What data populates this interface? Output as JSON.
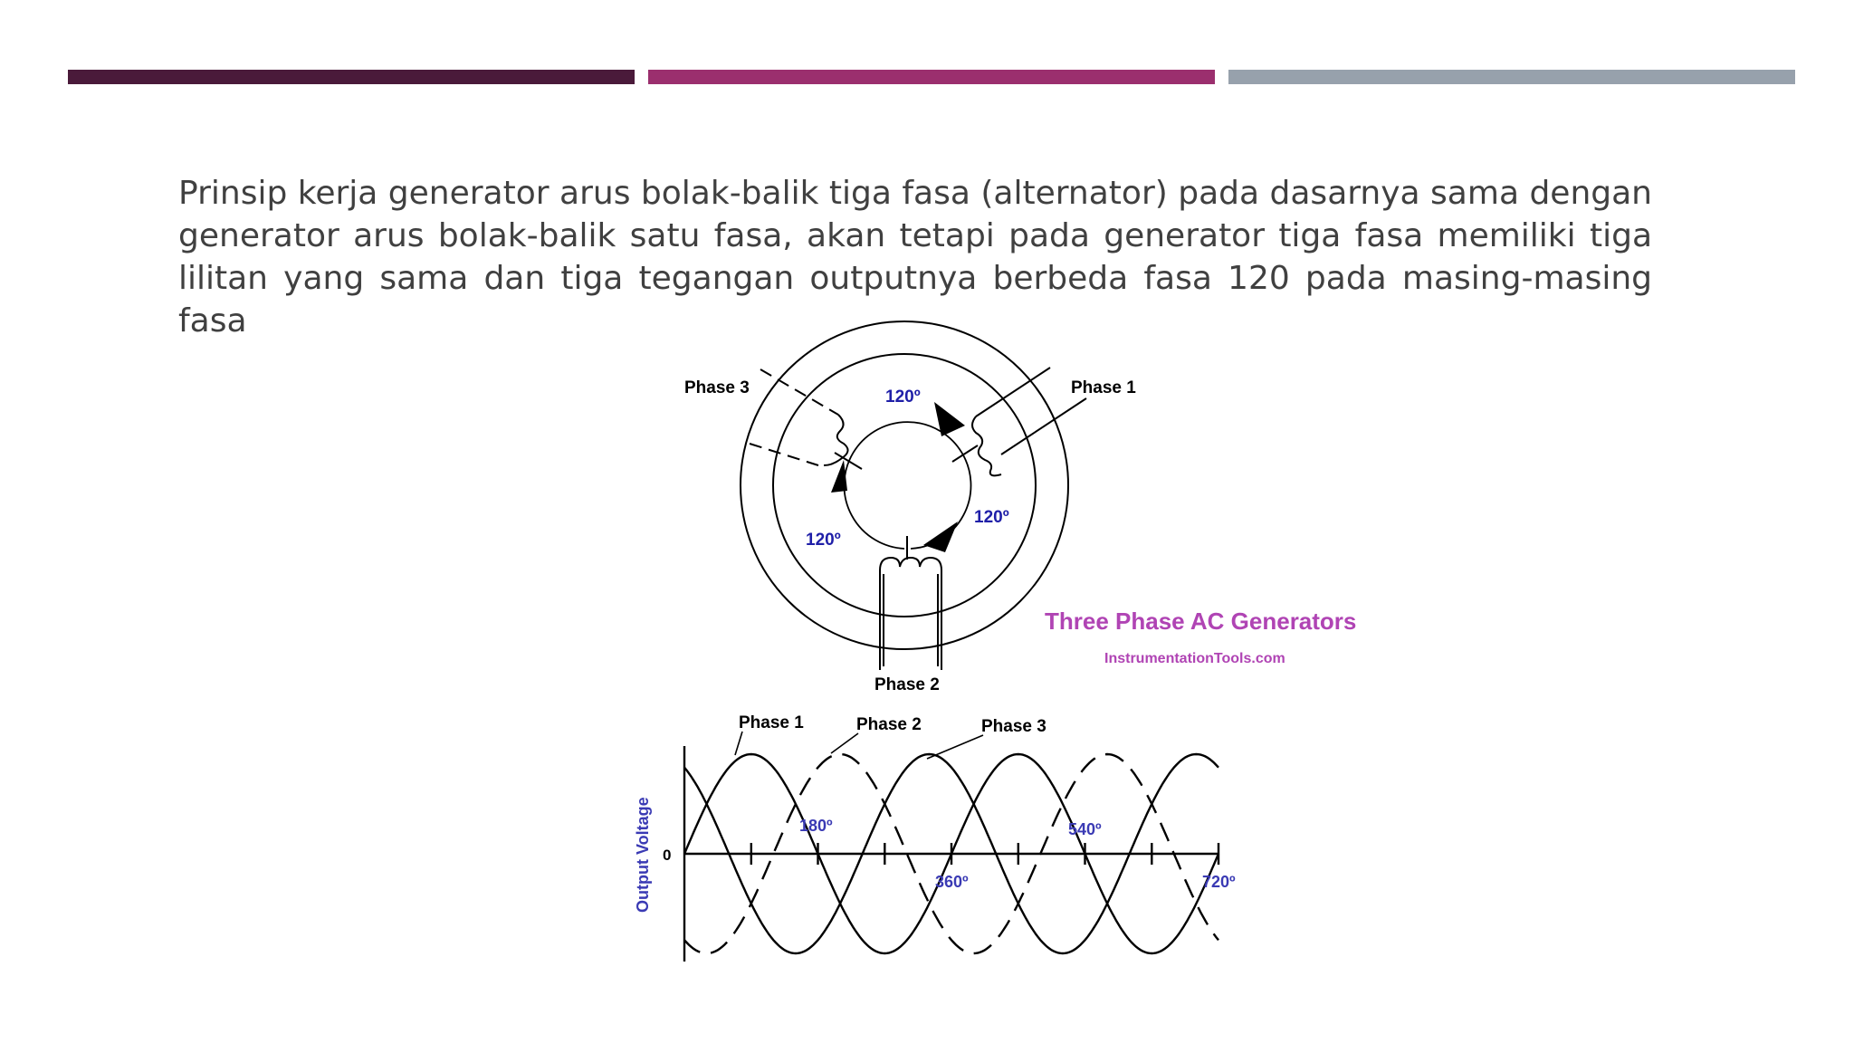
{
  "slide": {
    "accent_colors": [
      "#4a1a3a",
      "#9b2f6e",
      "#97a1ac"
    ],
    "body_text": "Prinsip kerja generator arus bolak-balik tiga fasa (alternator) pada dasarnya sama dengan generator arus bolak-balik satu fasa, akan tetapi pada generator tiga fasa memiliki tiga lilitan yang sama dan tiga tegangan outputnya berbeda fasa 120 pada masing-masing fasa"
  },
  "figure": {
    "title": "Three Phase AC Generators",
    "source": "InstrumentationTools.com",
    "title_color": "#b044b4",
    "angle_color": "#1f1fa8",
    "generator": {
      "phase1_label": "Phase 1",
      "phase2_label": "Phase 2",
      "phase3_label": "Phase 3",
      "angle_top": "120º",
      "angle_right": "120º",
      "angle_left": "120º"
    },
    "waveform": {
      "ylabel": "Output Voltage",
      "zero_label": "0",
      "phase1_label": "Phase 1",
      "phase2_label": "Phase 2",
      "phase3_label": "Phase 3",
      "tick_180": "180º",
      "tick_360": "360º",
      "tick_540": "540º",
      "tick_720": "720º"
    }
  }
}
